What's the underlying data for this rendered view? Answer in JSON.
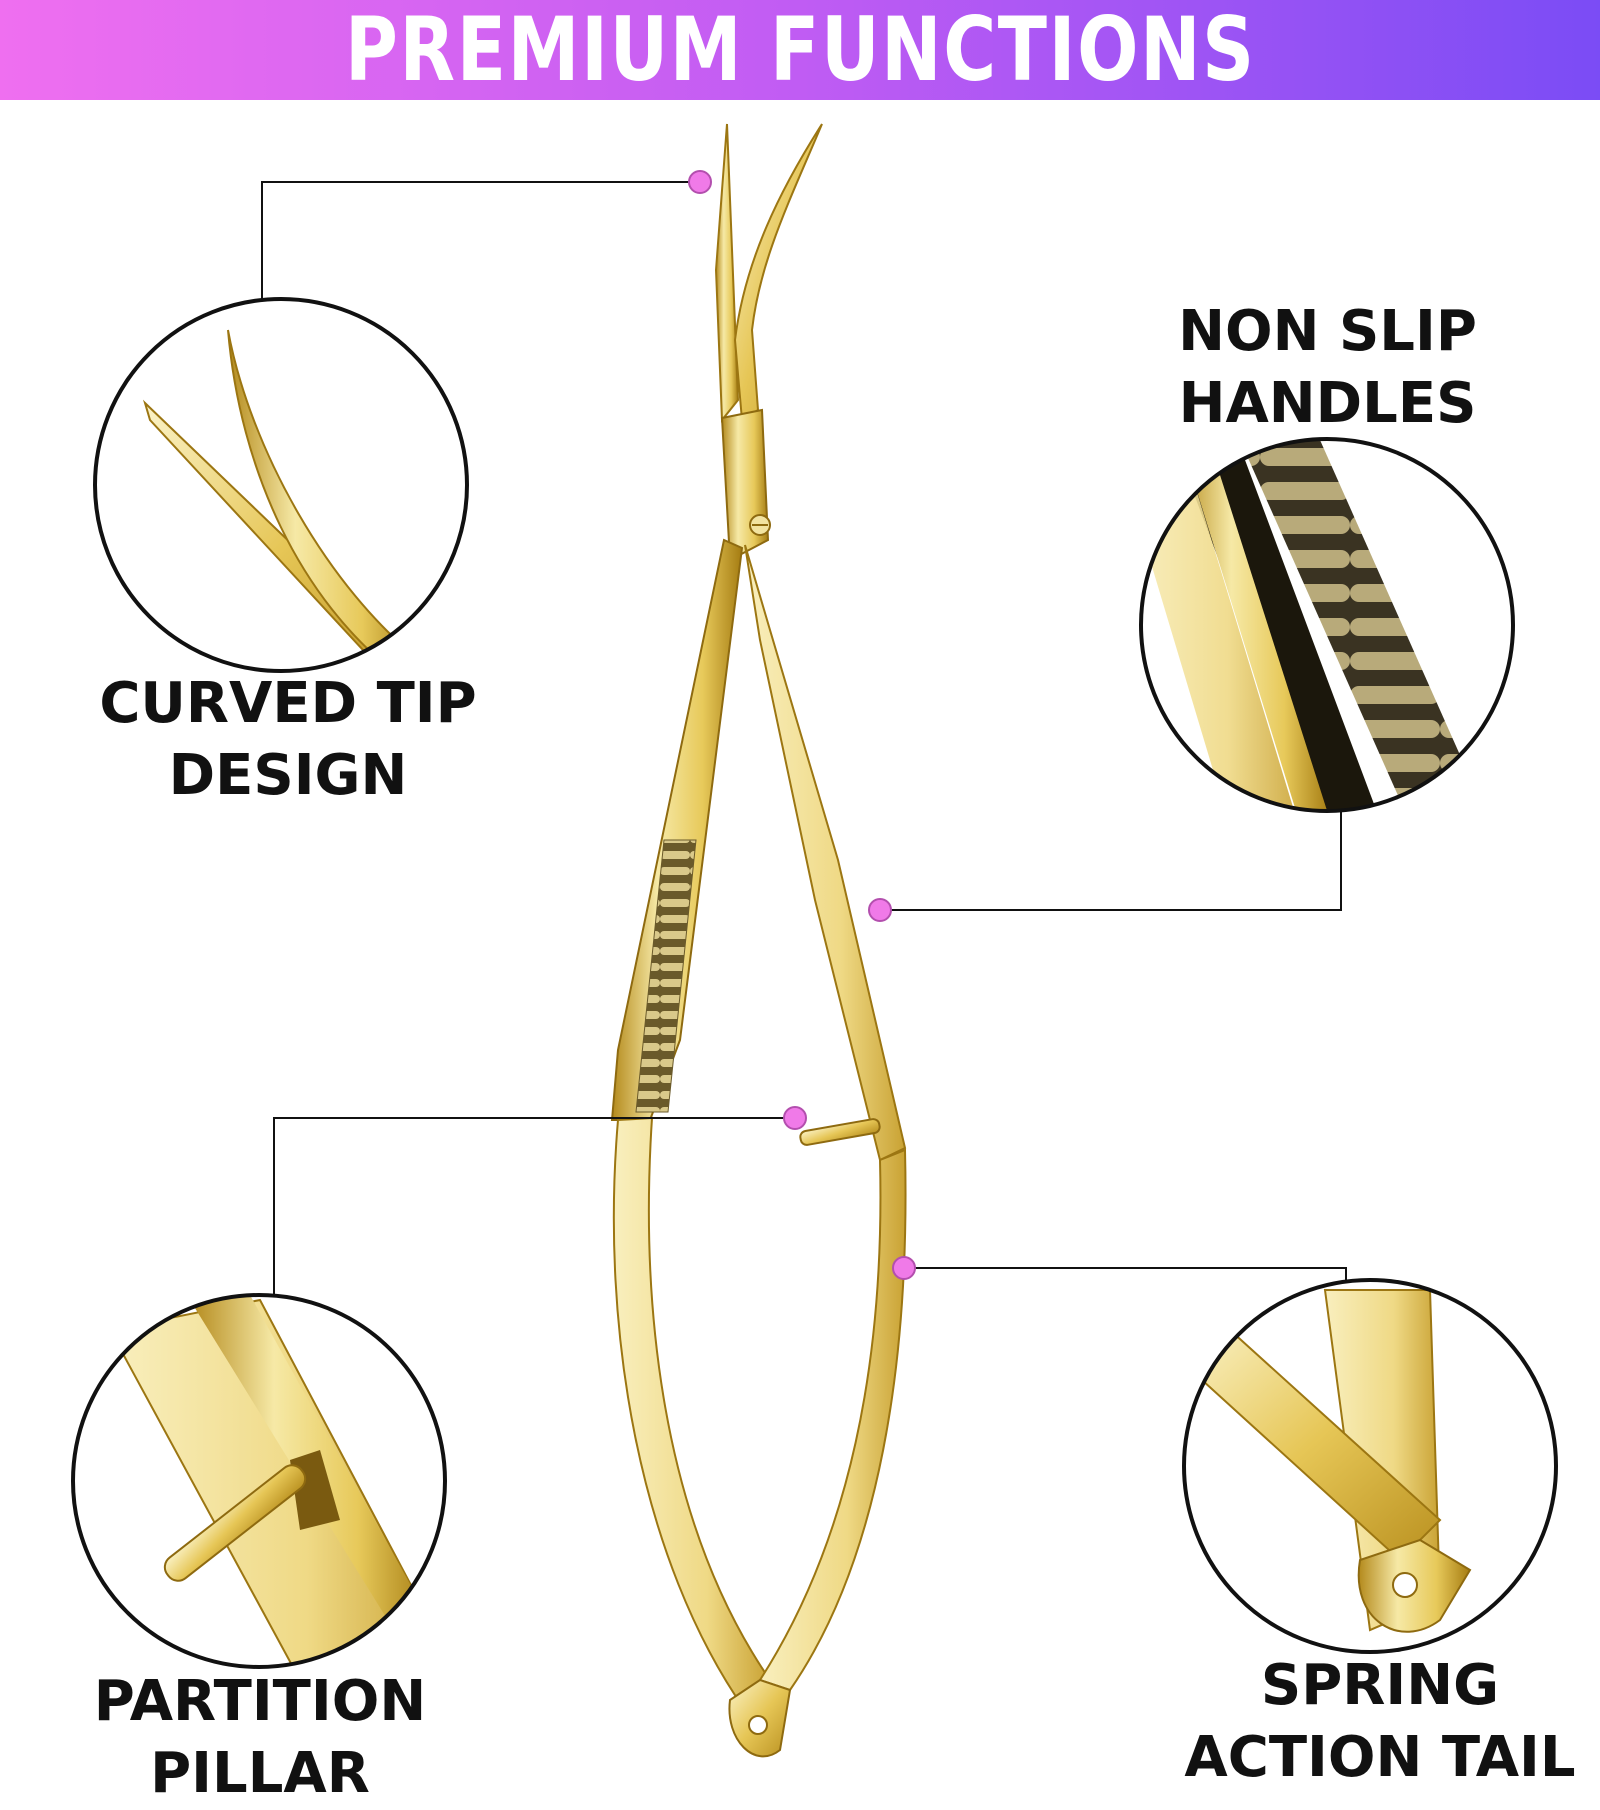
{
  "header": {
    "title": "PREMIUM  FUNCTIONS"
  },
  "features": [
    {
      "line1": "CURVED TIP",
      "line2": "DESIGN"
    },
    {
      "line1": "NON SLIP",
      "line2": "HANDLES"
    },
    {
      "line1": "PARTITION",
      "line2": "PILLAR"
    },
    {
      "line1": "SPRING",
      "line2": "ACTION TAIL"
    }
  ],
  "colors": {
    "banner_start": "#ef6ff0",
    "banner_end": "#7b4cf5",
    "gold": "#e0c24a",
    "gold_light": "#f7edb0",
    "callout_dot": "#f07ae8",
    "line": "#111111"
  },
  "icons": {
    "product": "gold-spring-scissors",
    "callout": "pink-dot"
  }
}
